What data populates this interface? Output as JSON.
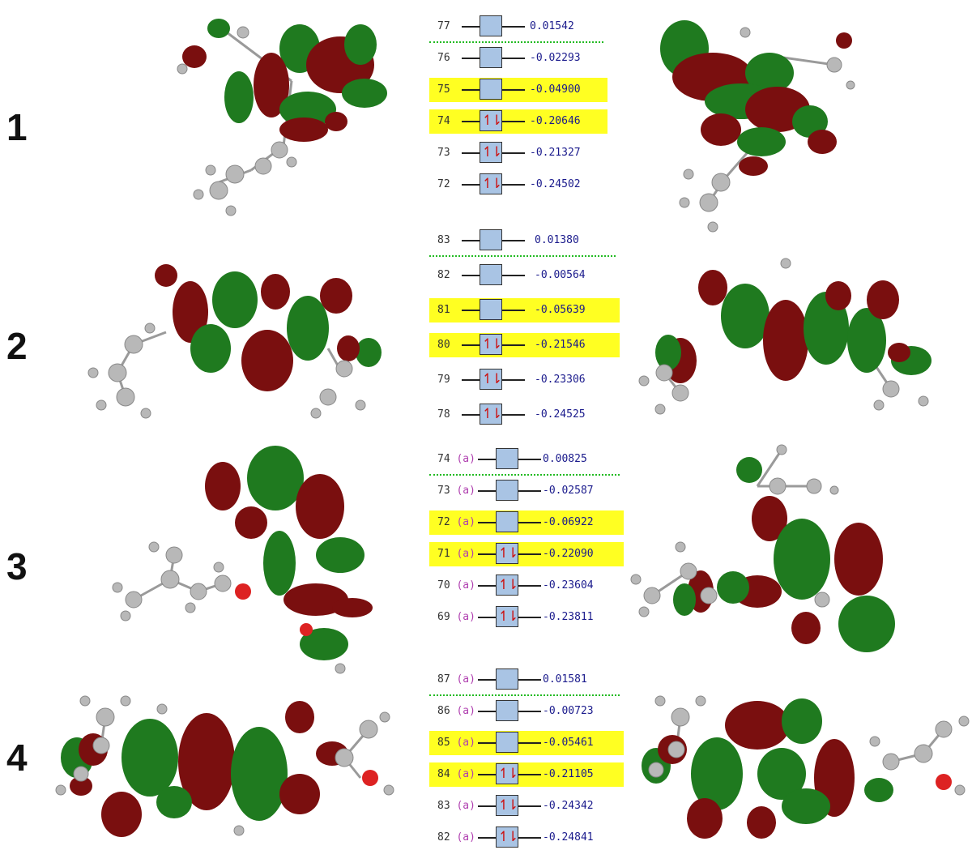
{
  "colors": {
    "orbital_positive": "#1f7a1f",
    "orbital_negative": "#7a0f0f",
    "highlight": "#ffff22",
    "energy_text": "#1a1a8c",
    "box_fill": "#a9c4e4",
    "electron_arrows": "#cc1111",
    "divider": "#22bb22"
  },
  "symbols": {
    "paired_electrons": "↿⇂"
  },
  "rows": [
    {
      "label": "1",
      "levels": [
        {
          "index": "77",
          "spin": "",
          "energy": "0.01542",
          "occupied": false,
          "highlight": false
        },
        {
          "index": "76",
          "spin": "",
          "energy": "-0.02293",
          "occupied": false,
          "highlight": false
        },
        {
          "index": "75",
          "spin": "",
          "energy": "-0.04900",
          "occupied": false,
          "highlight": true
        },
        {
          "index": "74",
          "spin": "",
          "energy": "-0.20646",
          "occupied": true,
          "highlight": true
        },
        {
          "index": "73",
          "spin": "",
          "energy": "-0.21327",
          "occupied": true,
          "highlight": false
        },
        {
          "index": "72",
          "spin": "",
          "energy": "-0.24502",
          "occupied": true,
          "highlight": false
        }
      ]
    },
    {
      "label": "2",
      "levels": [
        {
          "index": "83",
          "spin": "",
          "energy": "0.01380",
          "occupied": false,
          "highlight": false
        },
        {
          "index": "82",
          "spin": "",
          "energy": "-0.00564",
          "occupied": false,
          "highlight": false
        },
        {
          "index": "81",
          "spin": "",
          "energy": "-0.05639",
          "occupied": false,
          "highlight": true
        },
        {
          "index": "80",
          "spin": "",
          "energy": "-0.21546",
          "occupied": true,
          "highlight": true
        },
        {
          "index": "79",
          "spin": "",
          "energy": "-0.23306",
          "occupied": true,
          "highlight": false
        },
        {
          "index": "78",
          "spin": "",
          "energy": "-0.24525",
          "occupied": true,
          "highlight": false
        }
      ]
    },
    {
      "label": "3",
      "levels": [
        {
          "index": "74",
          "spin": "(a)",
          "energy": "0.00825",
          "occupied": false,
          "highlight": false
        },
        {
          "index": "73",
          "spin": "(a)",
          "energy": "-0.02587",
          "occupied": false,
          "highlight": false
        },
        {
          "index": "72",
          "spin": "(a)",
          "energy": "-0.06922",
          "occupied": false,
          "highlight": true
        },
        {
          "index": "71",
          "spin": "(a)",
          "energy": "-0.22090",
          "occupied": true,
          "highlight": true
        },
        {
          "index": "70",
          "spin": "(a)",
          "energy": "-0.23604",
          "occupied": true,
          "highlight": false
        },
        {
          "index": "69",
          "spin": "(a)",
          "energy": "-0.23811",
          "occupied": true,
          "highlight": false
        }
      ]
    },
    {
      "label": "4",
      "levels": [
        {
          "index": "87",
          "spin": "(a)",
          "energy": "0.01581",
          "occupied": false,
          "highlight": false
        },
        {
          "index": "86",
          "spin": "(a)",
          "energy": "-0.00723",
          "occupied": false,
          "highlight": false
        },
        {
          "index": "85",
          "spin": "(a)",
          "energy": "-0.05461",
          "occupied": false,
          "highlight": true
        },
        {
          "index": "84",
          "spin": "(a)",
          "energy": "-0.21105",
          "occupied": true,
          "highlight": true
        },
        {
          "index": "83",
          "spin": "(a)",
          "energy": "-0.24342",
          "occupied": true,
          "highlight": false
        },
        {
          "index": "82",
          "spin": "(a)",
          "energy": "-0.24841",
          "occupied": true,
          "highlight": false
        }
      ]
    }
  ]
}
